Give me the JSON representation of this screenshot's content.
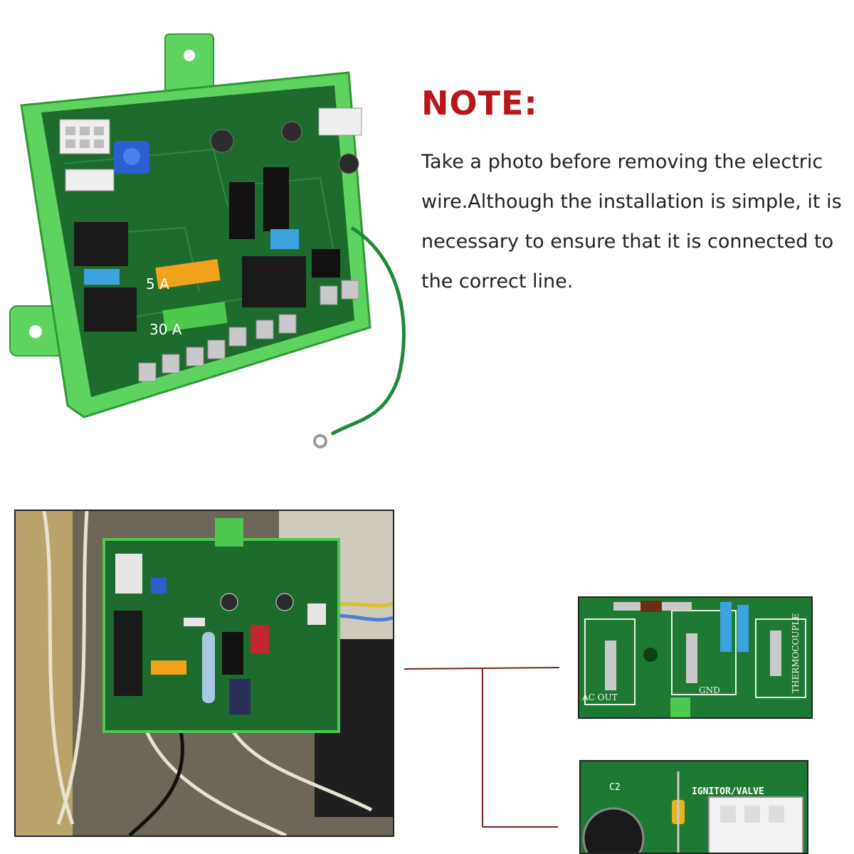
{
  "note": {
    "title": "NOTE:",
    "body": "Take a photo before removing the electric wire.Although the installation is simple, it is necessary to ensure that it is connected to the correct line."
  },
  "board_labels": {
    "fuse_5a": "5 A",
    "fuse_30a": "30 A"
  },
  "closeup_top": {
    "labels": [
      "AC OUT",
      "GND",
      "THERMOCOUPLE"
    ]
  },
  "closeup_bottom": {
    "cap_label": "C2",
    "connector_label": "IGNITOR/VALVE"
  },
  "colors": {
    "note_red": "#b9161c",
    "pcb_green": "#1e6b2e",
    "housing_green": "#5fd35f",
    "connector_line": "#7a1e1e"
  }
}
